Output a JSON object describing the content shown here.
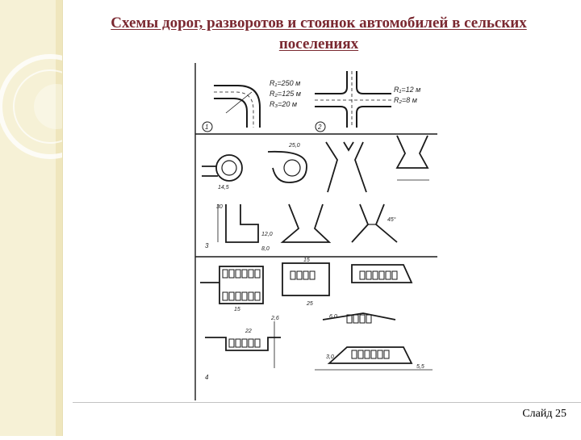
{
  "slide": {
    "title": "Схемы дорог, разворотов и стоянок автомобилей в сельских поселениях",
    "slide_number": "Слайд 25"
  },
  "figure": {
    "panel1_radii": [
      "R₁=250 м",
      "R₂=125 м",
      "R₃=20 м"
    ],
    "panel2_radii": [
      "R₁=12 м",
      "R₂=8 м"
    ],
    "panel_numbers": [
      "1",
      "2",
      "3",
      "4"
    ],
    "dims": [
      "25,0",
      "14,5",
      "30",
      "12,0",
      "8,0",
      "45°",
      "15",
      "25",
      "15",
      "22",
      "2,6",
      "6,0",
      "3,0",
      "5,5"
    ]
  },
  "colors": {
    "title": "#7a2830",
    "side_strip": "#f6f1d6",
    "ink": "#1a1a1a"
  }
}
